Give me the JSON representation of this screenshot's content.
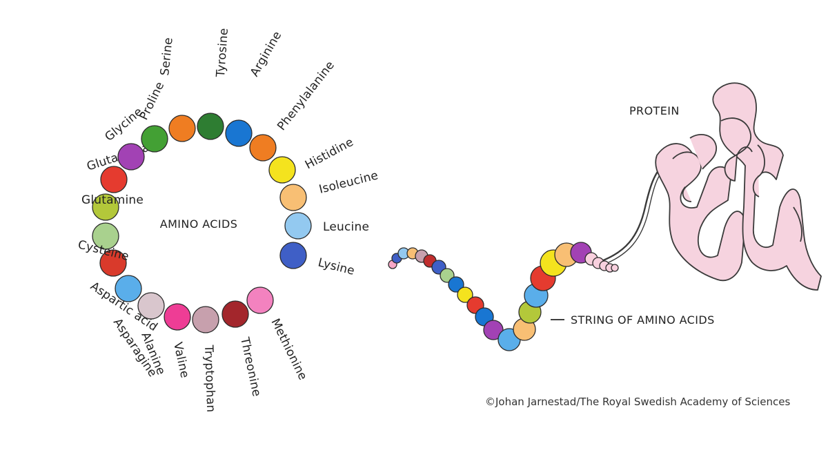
{
  "title_amino": "AMINO ACIDS",
  "title_protein": "PROTEIN",
  "string_label": "STRING OF AMINO ACIDS",
  "credit": "©Johan Jarnestad/The Royal Swedish Academy of Sciences",
  "amino_acids": [
    {
      "name": "Tyrosine",
      "color": "#2e7d32"
    },
    {
      "name": "Arginine",
      "color": "#1976d2"
    },
    {
      "name": "Phenylalanine",
      "color": "#ef7d22"
    },
    {
      "name": "Histidine",
      "color": "#f4e31e"
    },
    {
      "name": "Isoleucine",
      "color": "#f8bf74"
    },
    {
      "name": "Leucine",
      "color": "#93c9f0"
    },
    {
      "name": "Lysine",
      "color": "#3f5fc6"
    },
    {
      "name": "Methionine",
      "color": "#f382bf"
    },
    {
      "name": "Threonine",
      "color": "#a3262c"
    },
    {
      "name": "Tryptophan",
      "color": "#c7a0ad"
    },
    {
      "name": "Valine",
      "color": "#ee3d95"
    },
    {
      "name": "Alanine",
      "color": "#d9c6cd"
    },
    {
      "name": "Asparagine",
      "color": "#5aaeea"
    },
    {
      "name": "Aspartic acid",
      "color": "#d93a2b"
    },
    {
      "name": "Cysteine",
      "color": "#a9d18e"
    },
    {
      "name": "Glutamine",
      "color": "#b3c83a"
    },
    {
      "name": "Glutamic acid",
      "color": "#e53b2f"
    },
    {
      "name": "Glycine",
      "color": "#a242b4"
    },
    {
      "name": "Proline",
      "color": "#43a034"
    },
    {
      "name": "Serine",
      "color": "#ef7d22"
    }
  ],
  "string_colors": [
    "#f8a8c8",
    "#3f5fc6",
    "#93c9f0",
    "#f8bf74",
    "#c7a0ad",
    "#c02d2d",
    "#3f5fc6",
    "#a9d18e",
    "#1976d2",
    "#f4e31e",
    "#e53b2f",
    "#1976d2",
    "#a242b4",
    "#5aaeea",
    "#f8bf74",
    "#b3c83a",
    "#5aaeea",
    "#e53b2f",
    "#f4e31e",
    "#f8bf74",
    "#a242b4"
  ]
}
